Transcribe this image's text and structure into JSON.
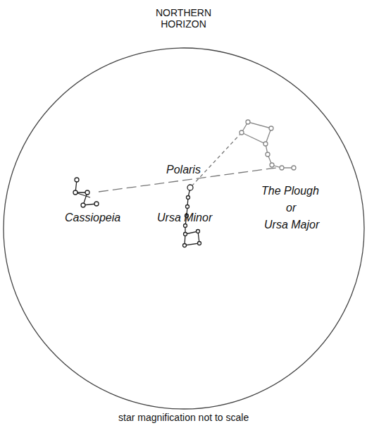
{
  "diagram": {
    "caption": "star magnification not to scale",
    "labels": [
      "NORTHERN HORIZON",
      "Polaris",
      "The Plough",
      "or",
      "Ursa Major",
      "Cassiopeia",
      "Ursa Minor"
    ]
  }
}
